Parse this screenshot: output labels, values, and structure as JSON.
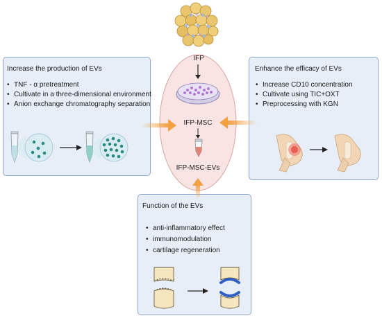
{
  "top": {
    "label": "IFP"
  },
  "center": {
    "msc_label": "IFP-MSC",
    "ev_label": "IFP-MSC-EVs"
  },
  "left_panel": {
    "title": "Increase the production of EVs",
    "items": [
      "TNF - α pretreatment",
      "Cultivate in a three-dimensional environment",
      "Anion exchange chromatography separation"
    ]
  },
  "right_panel": {
    "title": "Enhance the efficacy of EVs",
    "items": [
      "Increase CD10 concentration",
      "Cultivate using TIC+OXT",
      "Preprocessing with KGN"
    ]
  },
  "bottom_panel": {
    "title": "Function of the EVs",
    "items": [
      "anti-inflammatory effect",
      "immunomodulation",
      "cartilage regeneration"
    ]
  },
  "colors": {
    "panel_fill": "#e7eef8",
    "panel_border": "#8fa6c8",
    "ellipse_fill": "#f9e4e4",
    "ellipse_border": "#d7a3a3",
    "arrow_orange": "#f2a040",
    "cartilage_blue": "#2f5fc2",
    "ev_teal": "#2a8a80"
  }
}
